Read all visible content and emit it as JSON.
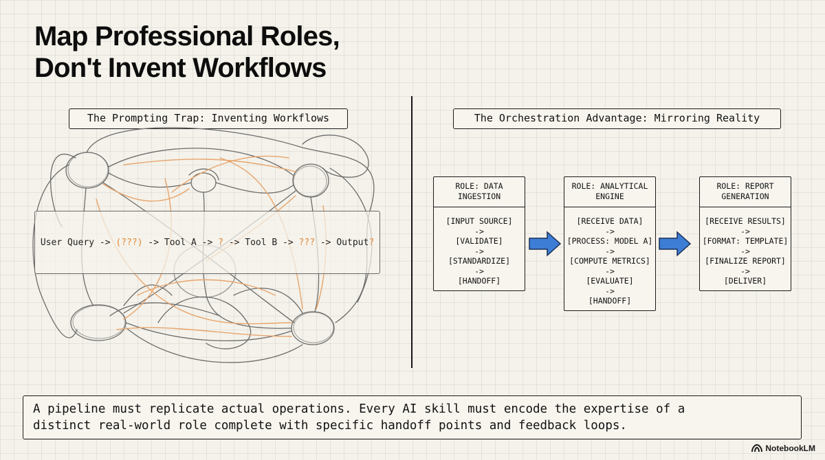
{
  "title": {
    "line1": "Map Professional Roles,",
    "line2": "Don't Invent Workflows"
  },
  "left_panel": {
    "label": "The Prompting Trap: Inventing Workflows",
    "query_parts": [
      {
        "text": "User Query -> ",
        "color": "#222222"
      },
      {
        "text": "(???)",
        "color": "#e0883a"
      },
      {
        "text": " -> Tool A -> ",
        "color": "#222222"
      },
      {
        "text": "?",
        "color": "#e0883a"
      },
      {
        "text": " -> Tool B -> ",
        "color": "#222222"
      },
      {
        "text": "???",
        "color": "#e0883a"
      },
      {
        "text": " -> Output",
        "color": "#222222"
      },
      {
        "text": "?",
        "color": "#e0883a"
      }
    ]
  },
  "right_panel": {
    "label": "The Orchestration Advantage: Mirroring Reality",
    "roles": [
      {
        "header": "ROLE: DATA\nINGESTION",
        "steps": [
          "[INPUT SOURCE]",
          "->",
          "[VALIDATE]",
          "->",
          "[STANDARDIZE]",
          "->",
          "[HANDOFF]"
        ]
      },
      {
        "header": "ROLE: ANALYTICAL\nENGINE",
        "steps": [
          "[RECEIVE DATA]",
          "->",
          "[PROCESS: MODEL A]",
          "->",
          "[COMPUTE METRICS]",
          "->",
          "[EVALUATE]",
          "->",
          "[HANDOFF]"
        ]
      },
      {
        "header": "ROLE: REPORT\nGENERATION",
        "steps": [
          "[RECEIVE RESULTS]",
          "->",
          "[FORMAT: TEMPLATE]",
          "->",
          "[FINALIZE REPORT]",
          "->",
          "[DELIVER]"
        ]
      }
    ],
    "arrow_color": "#3d7dd6"
  },
  "footer": {
    "line1": "A pipeline must replicate actual operations. Every AI skill must encode the expertise of a",
    "line2": "distinct real-world role complete with specific handoff points and feedback loops."
  },
  "branding": {
    "name": "NotebookLM",
    "icon": "notebooklm-logo-icon"
  }
}
